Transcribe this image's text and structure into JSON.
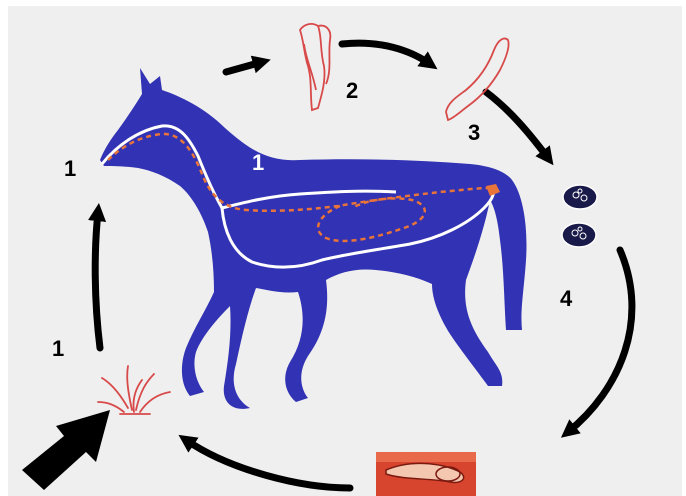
{
  "diagram": {
    "stage_labels": {
      "infective_larva_in_mouth": "1",
      "larvae_inside_host": "1",
      "larvae_on_grass": "1",
      "migrating_larva": "2",
      "adult_worm": "3",
      "eggs": "4"
    },
    "colors": {
      "background": "#efefef",
      "horse": "#3232b4",
      "digestive_tract": "#ffffff",
      "larva_path": "#e8743a",
      "worm": "#d84a4a",
      "arrow": "#000000"
    }
  }
}
